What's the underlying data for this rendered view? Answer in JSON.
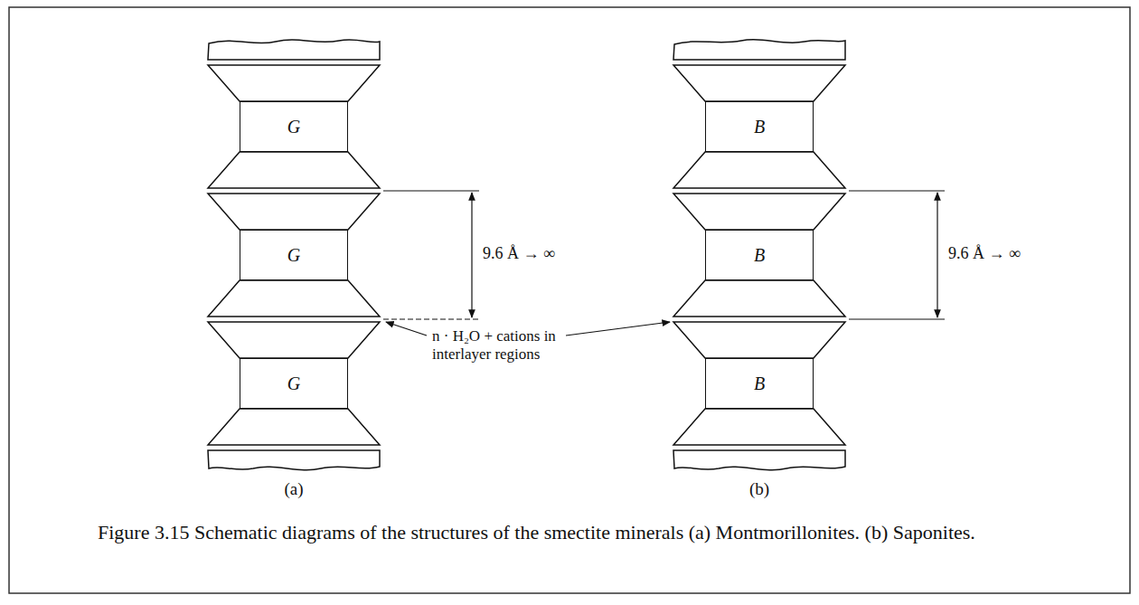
{
  "diagram": {
    "caption": "Figure 3.15 Schematic diagrams of the structures of the smectite minerals (a) Montmorillonites. (b) Saponites.",
    "nodes": [
      {
        "text": [
          "G"
        ]
      },
      {
        "text": [
          "G"
        ]
      },
      {
        "text": [
          "G"
        ]
      },
      {
        "text": [
          "B"
        ]
      },
      {
        "text": [
          "B"
        ]
      },
      {
        "text": [
          "B"
        ]
      }
    ],
    "labels": [
      "9.6 Å → ∞",
      "9.6 Å → ∞",
      "n · H₂O + cations in interlayer regions",
      "(a)",
      "(b)"
    ]
  }
}
